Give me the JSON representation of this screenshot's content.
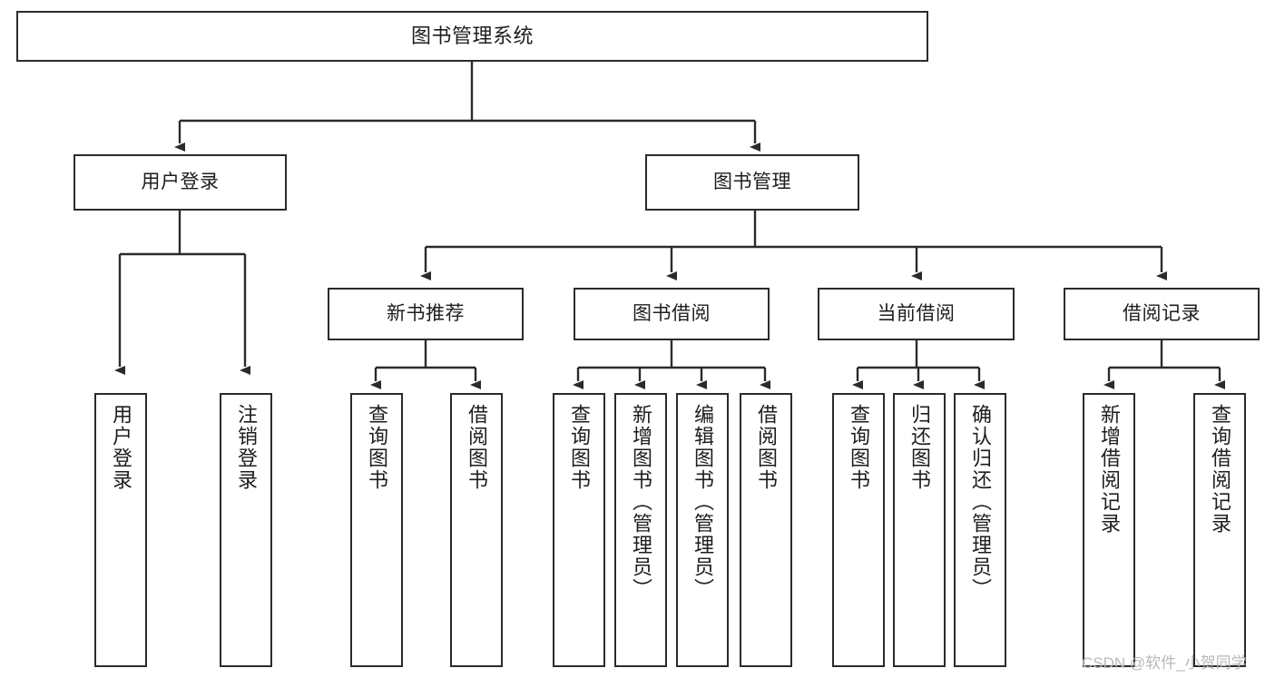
{
  "diagram": {
    "type": "tree",
    "title": "图书管理系统",
    "levels": 4,
    "stroke_color": "#2b2b2b",
    "text_color": "#1d1d1d",
    "background": "#ffffff"
  },
  "nodes": {
    "root": {
      "label": "图书管理系统"
    },
    "level2": [
      {
        "label": "用户登录"
      },
      {
        "label": "图书管理"
      }
    ],
    "level3": [
      {
        "label": "新书推荐"
      },
      {
        "label": "图书借阅"
      },
      {
        "label": "当前借阅"
      },
      {
        "label": "借阅记录"
      }
    ],
    "leaves": {
      "user_login": [
        {
          "label": "用户登录"
        },
        {
          "label": "注销登录"
        }
      ],
      "new_book_recommend": [
        {
          "label": "查询图书"
        },
        {
          "label": "借阅图书"
        }
      ],
      "book_borrow": [
        {
          "label": "查询图书"
        },
        {
          "label": "新增图书（管理员）"
        },
        {
          "label": "编辑图书（管理员）"
        },
        {
          "label": "借阅图书"
        }
      ],
      "current_borrow": [
        {
          "label": "查询图书"
        },
        {
          "label": "归还图书"
        },
        {
          "label": "确认归还（管理员）"
        }
      ],
      "borrow_record": [
        {
          "label": "新增借阅记录"
        },
        {
          "label": "查询借阅记录"
        }
      ]
    }
  },
  "watermark": {
    "text": "CSDN @软件_小贺同学"
  }
}
